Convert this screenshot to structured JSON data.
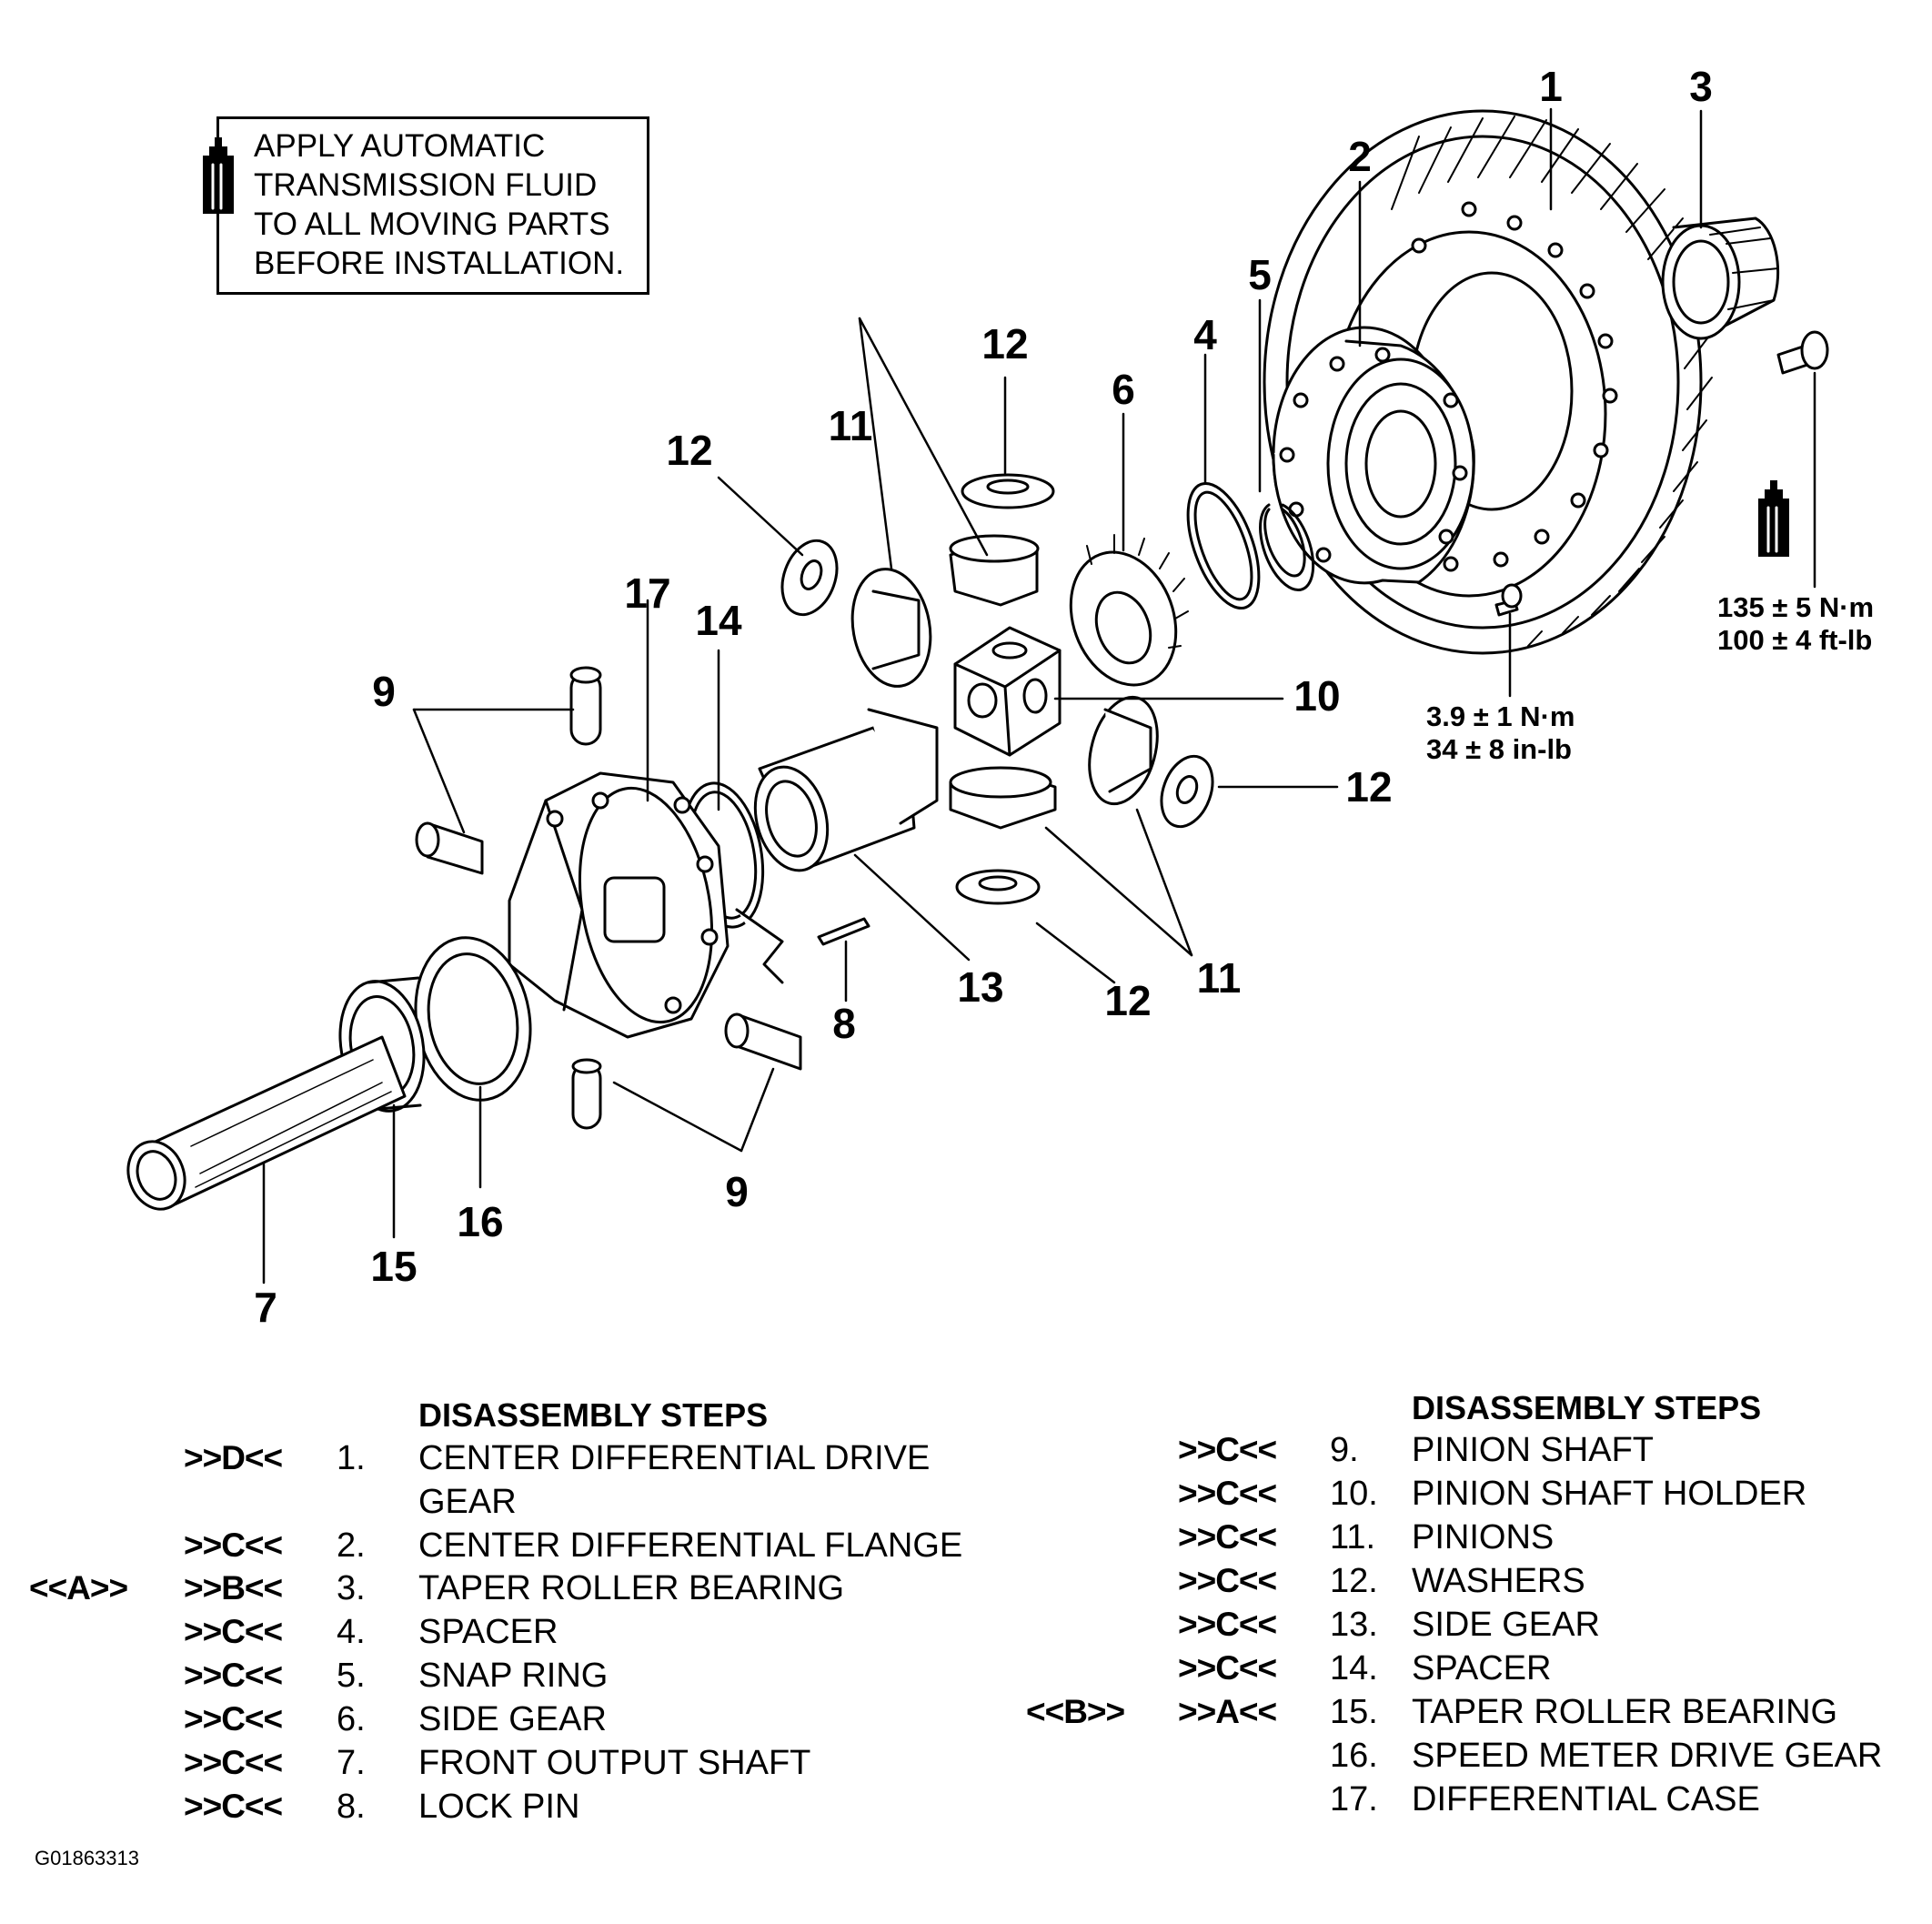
{
  "note": {
    "lines": [
      "APPLY AUTOMATIC",
      "TRANSMISSION FLUID",
      "TO ALL MOVING PARTS",
      "BEFORE INSTALLATION."
    ]
  },
  "callouts": {
    "c1": "1",
    "c2": "2",
    "c3": "3",
    "c4": "4",
    "c5": "5",
    "c6": "6",
    "c7": "7",
    "c8": "8",
    "c9a": "9",
    "c9b": "9",
    "c10": "10",
    "c11a": "11",
    "c11b": "11",
    "c12a": "12",
    "c12b": "12",
    "c12c": "12",
    "c12d": "12",
    "c13": "13",
    "c14": "14",
    "c15": "15",
    "c16": "16",
    "c17": "17"
  },
  "torques": {
    "bolt_large": [
      "135 ± 5 N·m",
      "100 ± 4 ft-lb"
    ],
    "bolt_small": [
      "3.9 ± 1 N·m",
      "34 ± 8 in-lb"
    ]
  },
  "steps_left": {
    "heading": "DISASSEMBLY STEPS",
    "rows": [
      {
        "pre": "",
        "code": ">>D<<",
        "num": "1.",
        "text": "CENTER DIFFERENTIAL DRIVE"
      },
      {
        "pre": "",
        "code": "",
        "num": "",
        "text": "GEAR"
      },
      {
        "pre": "",
        "code": ">>C<<",
        "num": "2.",
        "text": "CENTER DIFFERENTIAL FLANGE"
      },
      {
        "pre": "<<A>>",
        "code": ">>B<<",
        "num": "3.",
        "text": "TAPER ROLLER BEARING"
      },
      {
        "pre": "",
        "code": ">>C<<",
        "num": "4.",
        "text": "SPACER"
      },
      {
        "pre": "",
        "code": ">>C<<",
        "num": "5.",
        "text": "SNAP RING"
      },
      {
        "pre": "",
        "code": ">>C<<",
        "num": "6.",
        "text": "SIDE GEAR"
      },
      {
        "pre": "",
        "code": ">>C<<",
        "num": "7.",
        "text": "FRONT OUTPUT SHAFT"
      },
      {
        "pre": "",
        "code": ">>C<<",
        "num": "8.",
        "text": "LOCK PIN"
      }
    ]
  },
  "steps_right": {
    "heading": "DISASSEMBLY STEPS",
    "rows": [
      {
        "pre": "",
        "code": ">>C<<",
        "num": "9.",
        "text": "PINION SHAFT"
      },
      {
        "pre": "",
        "code": ">>C<<",
        "num": "10.",
        "text": "PINION SHAFT HOLDER"
      },
      {
        "pre": "",
        "code": ">>C<<",
        "num": "11.",
        "text": "PINIONS"
      },
      {
        "pre": "",
        "code": ">>C<<",
        "num": "12.",
        "text": "WASHERS"
      },
      {
        "pre": "",
        "code": ">>C<<",
        "num": "13.",
        "text": "SIDE GEAR"
      },
      {
        "pre": "",
        "code": ">>C<<",
        "num": "14.",
        "text": "SPACER"
      },
      {
        "pre": "<<B>>",
        "code": ">>A<<",
        "num": "15.",
        "text": "TAPER ROLLER BEARING"
      },
      {
        "pre": "",
        "code": "",
        "num": "16.",
        "text": "SPEED METER DRIVE GEAR"
      },
      {
        "pre": "",
        "code": "",
        "num": "17.",
        "text": "DIFFERENTIAL CASE"
      }
    ]
  },
  "figure_id": "G01863313",
  "colors": {
    "ink": "#000000",
    "paper": "#ffffff"
  }
}
